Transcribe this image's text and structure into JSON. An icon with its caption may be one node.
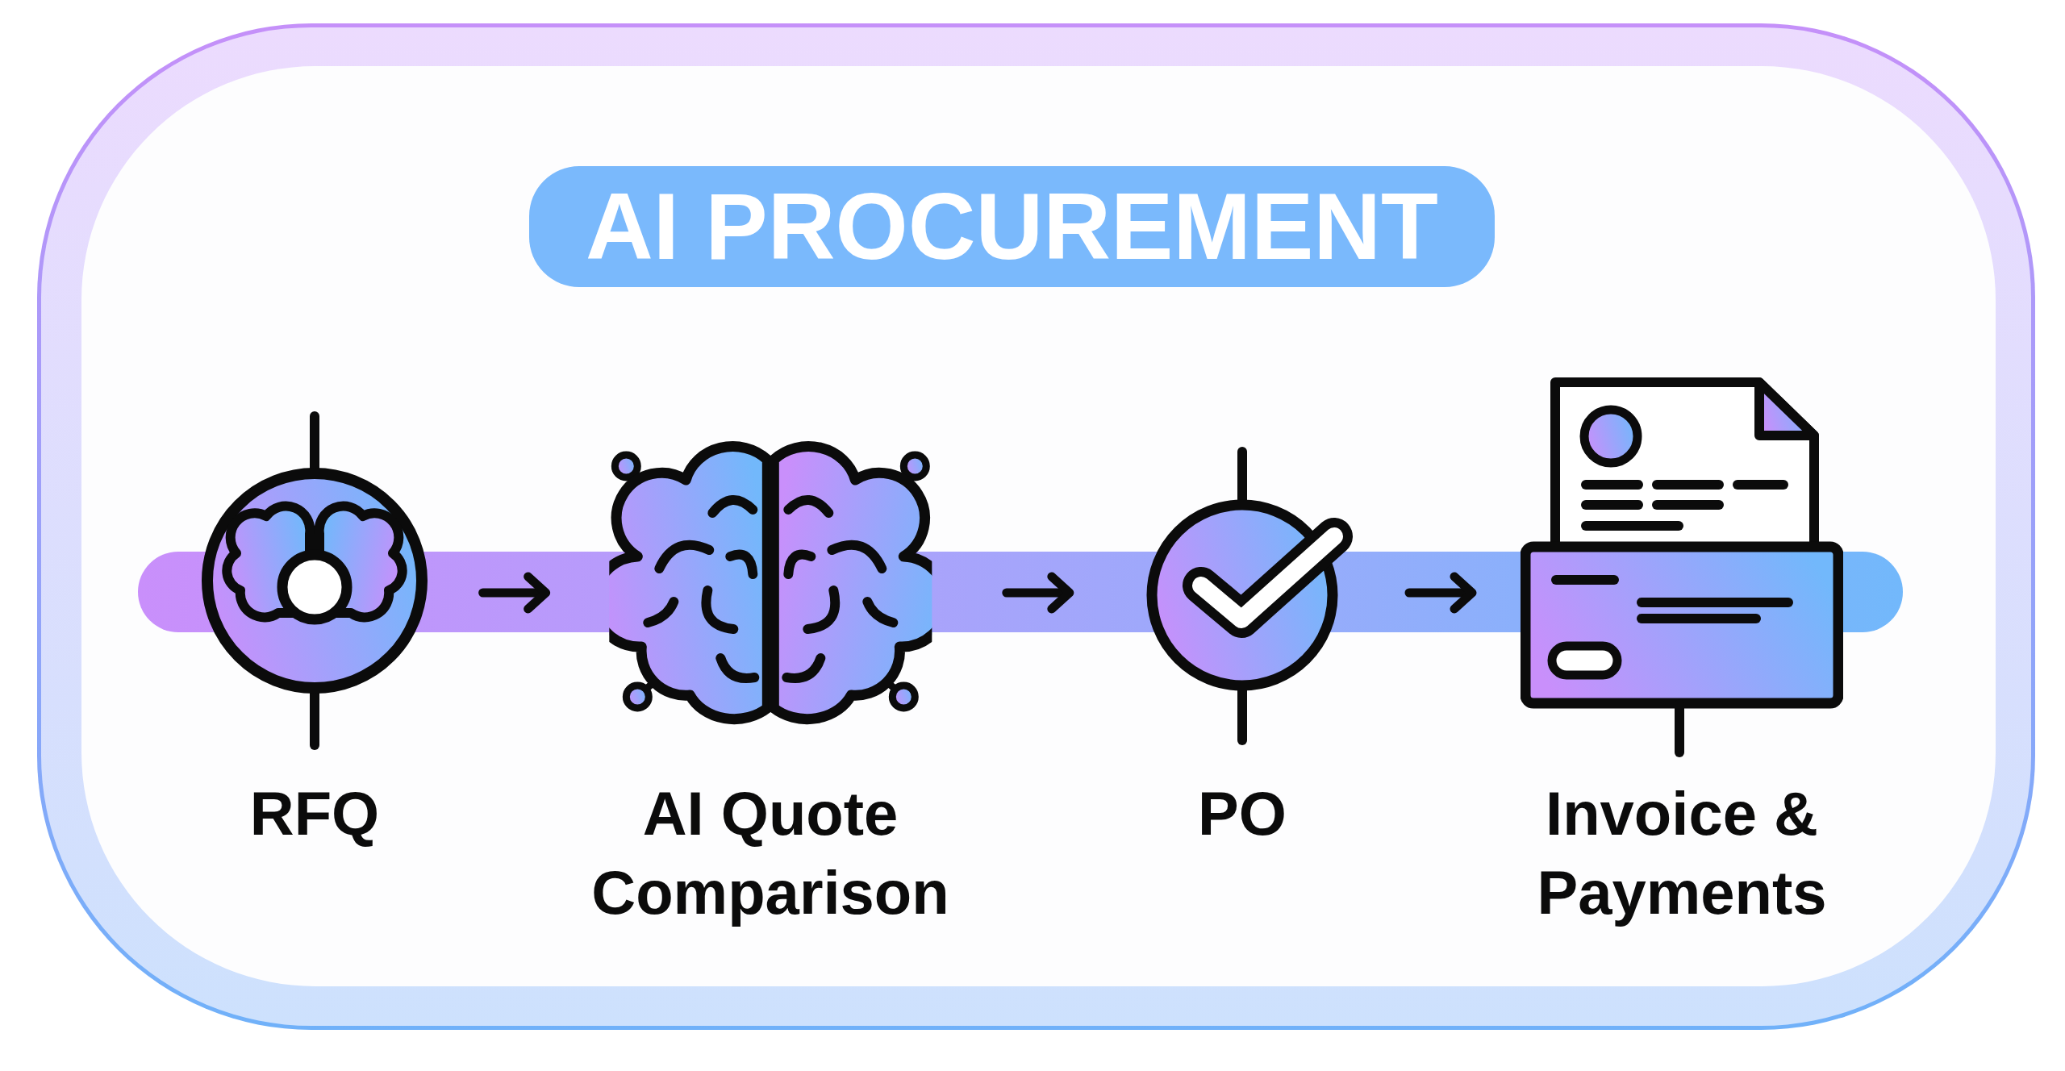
{
  "diagram": {
    "title": "AI PROCUREMENT",
    "nodes": [
      {
        "text": [
          "RFQ"
        ]
      },
      {
        "text": [
          "AI Quote Comparison"
        ]
      },
      {
        "text": [
          "PO"
        ]
      },
      {
        "text": [
          "Invoice & Payments"
        ]
      }
    ],
    "edges": [
      {
        "from": 0,
        "to": 1,
        "arrow": "to"
      },
      {
        "from": 1,
        "to": 2,
        "arrow": "to"
      },
      {
        "from": 2,
        "to": 3,
        "arrow": "to"
      }
    ]
  }
}
